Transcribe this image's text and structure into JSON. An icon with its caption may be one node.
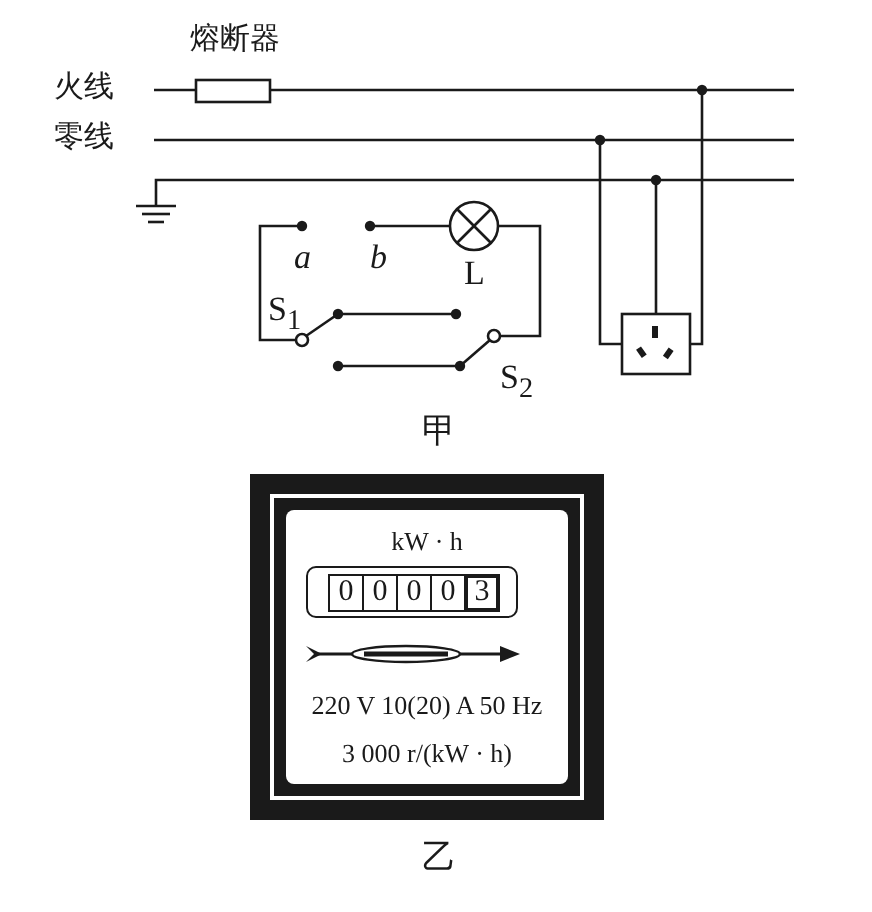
{
  "diagram": {
    "nodes": [
      {
        "text": [
          "kW · h",
          "220 V  10(20) A 50 Hz",
          "3 000 r/(kW · h)"
        ]
      },
      {
        "text": [
          "0",
          "0",
          "0",
          "0",
          "3"
        ],
        "in": 0
      }
    ],
    "labels": [
      "熔断器",
      "火线",
      "零线",
      "a",
      "b",
      "L",
      "S$_{1}$",
      "S$_{2}$",
      "甲",
      "乙"
    ]
  }
}
